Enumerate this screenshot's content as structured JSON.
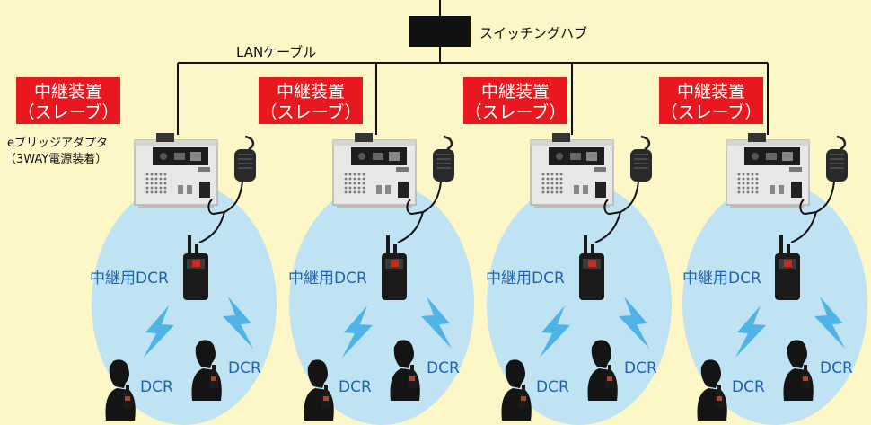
{
  "hub": {
    "label": "スイッチングハブ"
  },
  "cable": {
    "label": "LANケーブル"
  },
  "adapter": {
    "line1": "eブリッジアダプタ",
    "line2": "（3WAY電源装着）"
  },
  "repeater_units": [
    {
      "title_line1": "中継装置",
      "title_line2": "（スレーブ）",
      "relay_radio_label": "中継用DCR",
      "client_label_1": "DCR",
      "client_label_2": "DCR"
    },
    {
      "title_line1": "中継装置",
      "title_line2": "（スレーブ）",
      "relay_radio_label": "中継用DCR",
      "client_label_1": "DCR",
      "client_label_2": "DCR"
    },
    {
      "title_line1": "中継装置",
      "title_line2": "（スレーブ）",
      "relay_radio_label": "中継用DCR",
      "client_label_1": "DCR",
      "client_label_2": "DCR"
    },
    {
      "title_line1": "中継装置",
      "title_line2": "（スレーブ）",
      "relay_radio_label": "中継用DCR",
      "client_label_1": "DCR",
      "client_label_2": "DCR"
    }
  ],
  "colors": {
    "background": "#fdf6c6",
    "label_red": "#e8181e",
    "coverage_blue": "#bfe3f3",
    "lightning": "#4fb3e5",
    "dcr_text": "#1f62b0"
  }
}
